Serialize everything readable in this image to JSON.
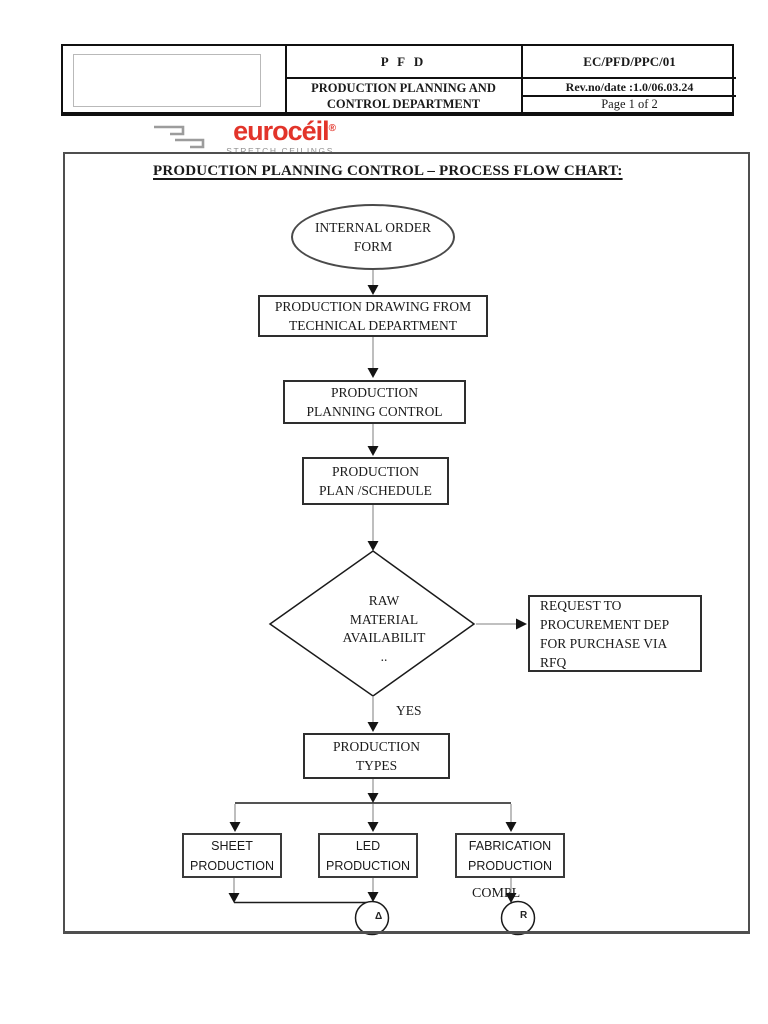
{
  "header": {
    "logo": {
      "brand": "eurocéil",
      "registered": "®",
      "tagline": "STRETCH CEILINGS",
      "brand_color": "#e2342a"
    },
    "doc_type": "P F D",
    "department": "PRODUCTION PLANNING AND\nCONTROL DEPARTMENT",
    "doc_code": "EC/PFD/PPC/01",
    "revision": "Rev.no/date :1.0/06.03.24",
    "page": "Page 1 of 2"
  },
  "flowchart": {
    "title": "PRODUCTION PLANNING CONTROL – PROCESS FLOW CHART:",
    "nodes": {
      "internal_order_form": "INTERNAL ORDER\nFORM",
      "production_drawing": "PRODUCTION DRAWING FROM\nTECHNICAL DEPARTMENT",
      "planning_control": "PRODUCTION\nPLANNING CONTROL",
      "plan_schedule": "PRODUCTION\nPLAN /SCHEDULE",
      "raw_material_decision": "RAW\nMATERIAL\nAVAILABILIT\n..",
      "request_procurement": "REQUEST TO\nPROCUREMENT DEP\nFOR PURCHASE VIA\nRFQ",
      "production_types": "PRODUCTION\nTYPES",
      "sheet_production": "SHEET\nPRODUCTION",
      "led_production": "LED\nPRODUCTION",
      "fabrication_production": "FABRICATION\nPRODUCTION"
    },
    "labels": {
      "yes": "YES",
      "compl": "COMPL"
    },
    "connectors": {
      "a": "Δ",
      "b": "R"
    }
  }
}
